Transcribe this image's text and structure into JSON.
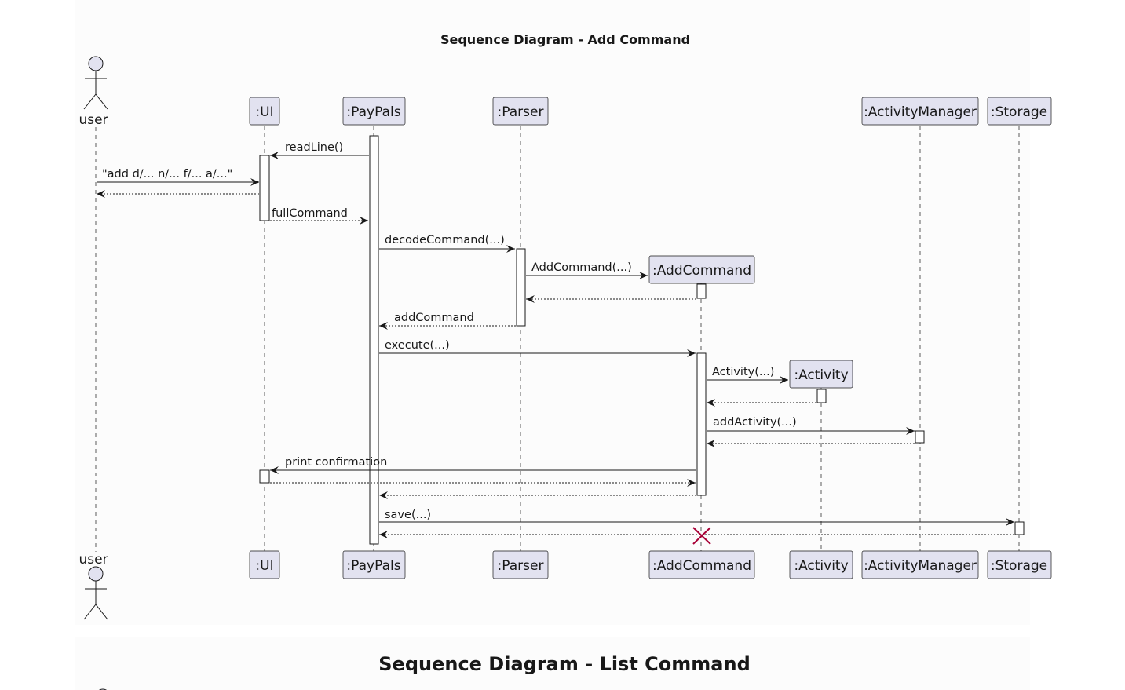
{
  "diagram": {
    "title": "Sequence Diagram - Add Command",
    "actor": "user",
    "participants": {
      "ui": ":UI",
      "paypals": ":PayPals",
      "parser": ":Parser",
      "addcommand": ":AddCommand",
      "activity": ":Activity",
      "activitymanager": ":ActivityManager",
      "storage": ":Storage"
    },
    "messages": {
      "readline": "readLine()",
      "user_input": "\"add d/... n/... f/... a/...\"",
      "fullcommand": "fullCommand",
      "decodecommand": "decodeCommand(...)",
      "addcommand_create": "AddCommand(...)",
      "addcommand_return": "addCommand",
      "execute": "execute(...)",
      "activity_create": "Activity(...)",
      "addactivity": "addActivity(...)",
      "print_confirmation": "print confirmation",
      "save": "save(...)"
    },
    "colors": {
      "participant_fill": "#e2e2f0",
      "line": "#181818",
      "destroy": "#a80036",
      "panel": "#fcfcfc"
    }
  },
  "next_diagram": {
    "title": "Sequence Diagram - List Command"
  }
}
